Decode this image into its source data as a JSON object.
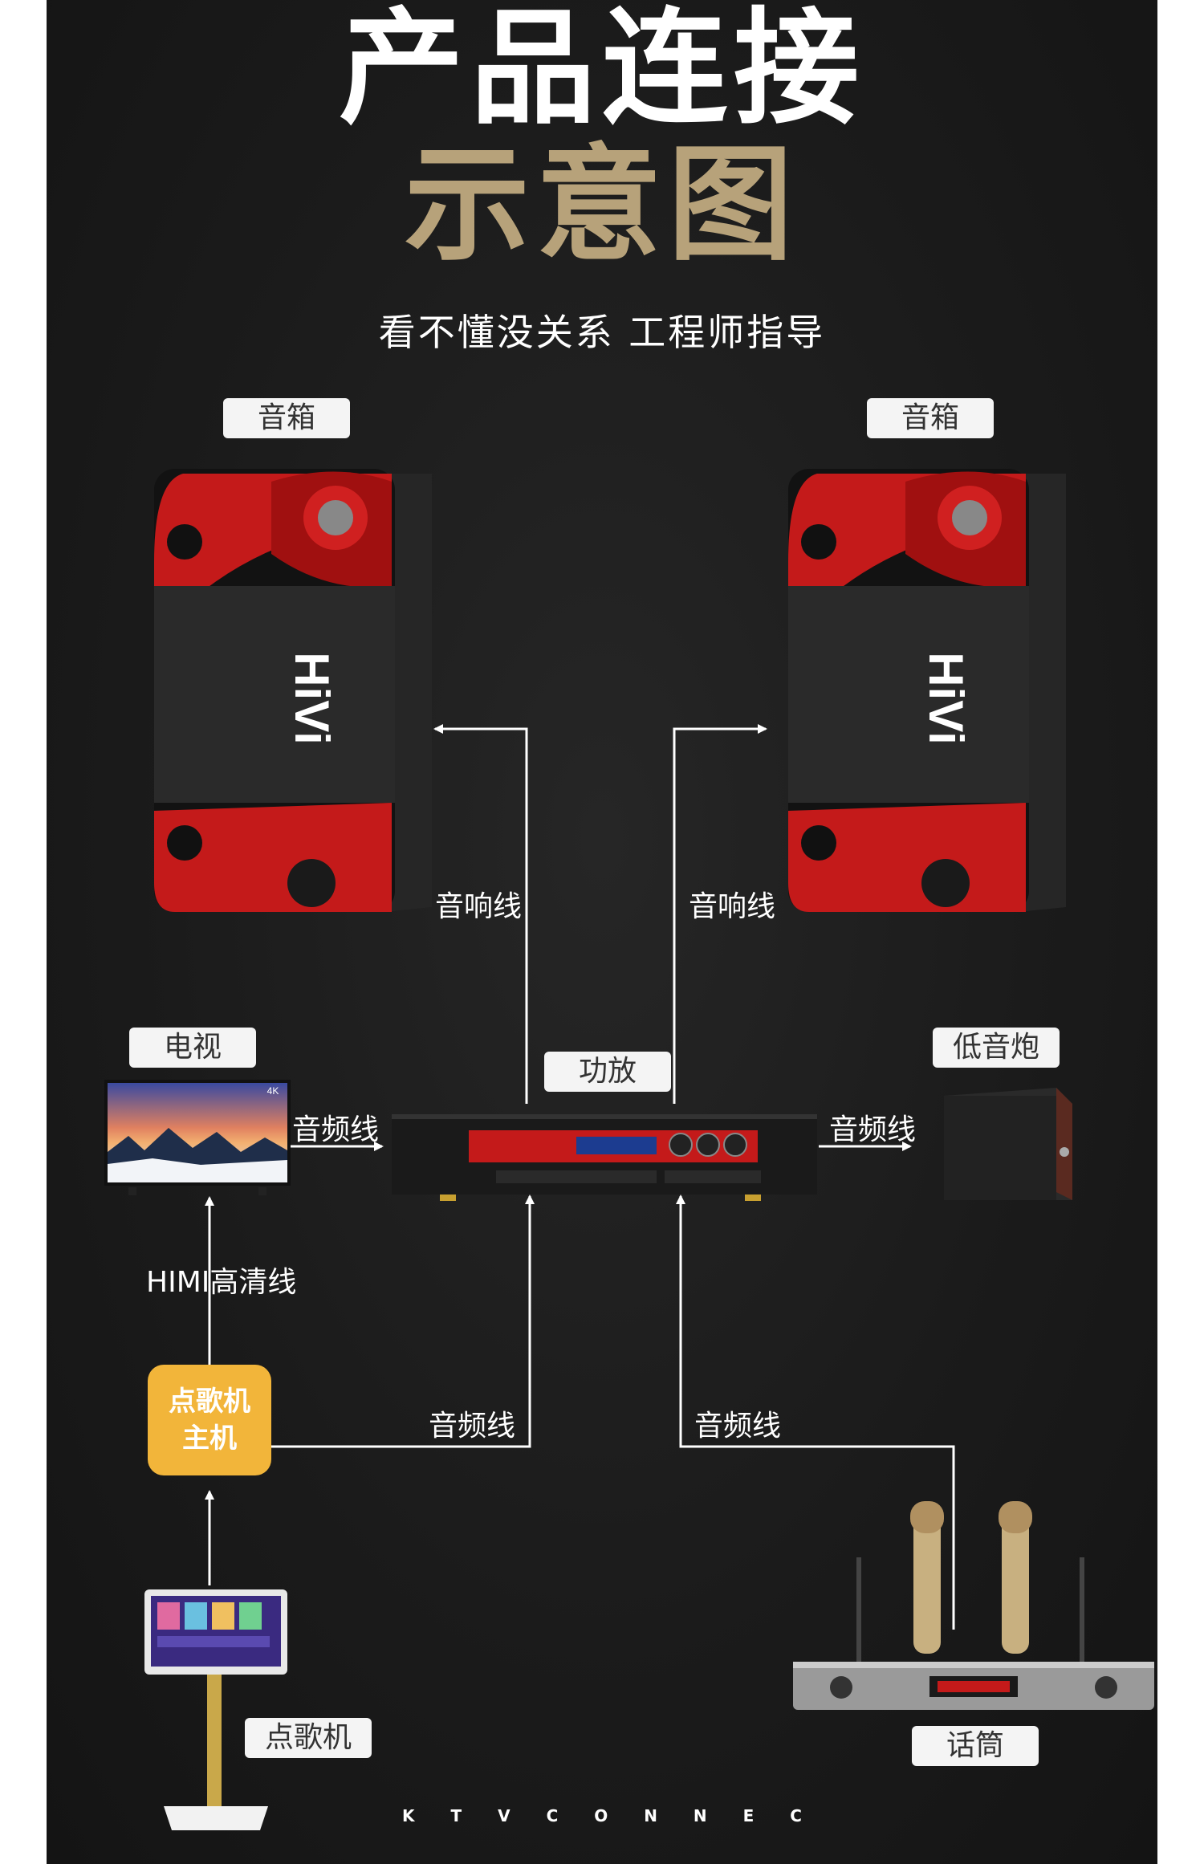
{
  "title": {
    "line1": "产品连接",
    "line2": "示意图"
  },
  "subtitle": "看不懂没关系  工程师指导",
  "components": {
    "speaker_left": "音箱",
    "speaker_right": "音箱",
    "tv": "电视",
    "amplifier": "功放",
    "subwoofer": "低音炮",
    "jukebox_host": {
      "line1": "点歌机",
      "line2": "主机"
    },
    "jukebox": "点歌机",
    "microphone": "话筒"
  },
  "speaker_brand": "HiVi",
  "tv_badge": "4K",
  "connections": {
    "speaker_cable_left": "音响线",
    "speaker_cable_right": "音响线",
    "tv_audio": "音频线",
    "sub_audio": "音频线",
    "hdmi": "HIMI高清线",
    "host_audio": "音频线",
    "mic_audio": "音频线"
  },
  "footer": [
    "K",
    "T",
    "V",
    "C",
    "O",
    "N",
    "N",
    "E",
    "C"
  ],
  "colors": {
    "accent_gold": "#b7a27a",
    "host_yellow": "#f2b53a",
    "speaker_red": "#c41a1a"
  }
}
